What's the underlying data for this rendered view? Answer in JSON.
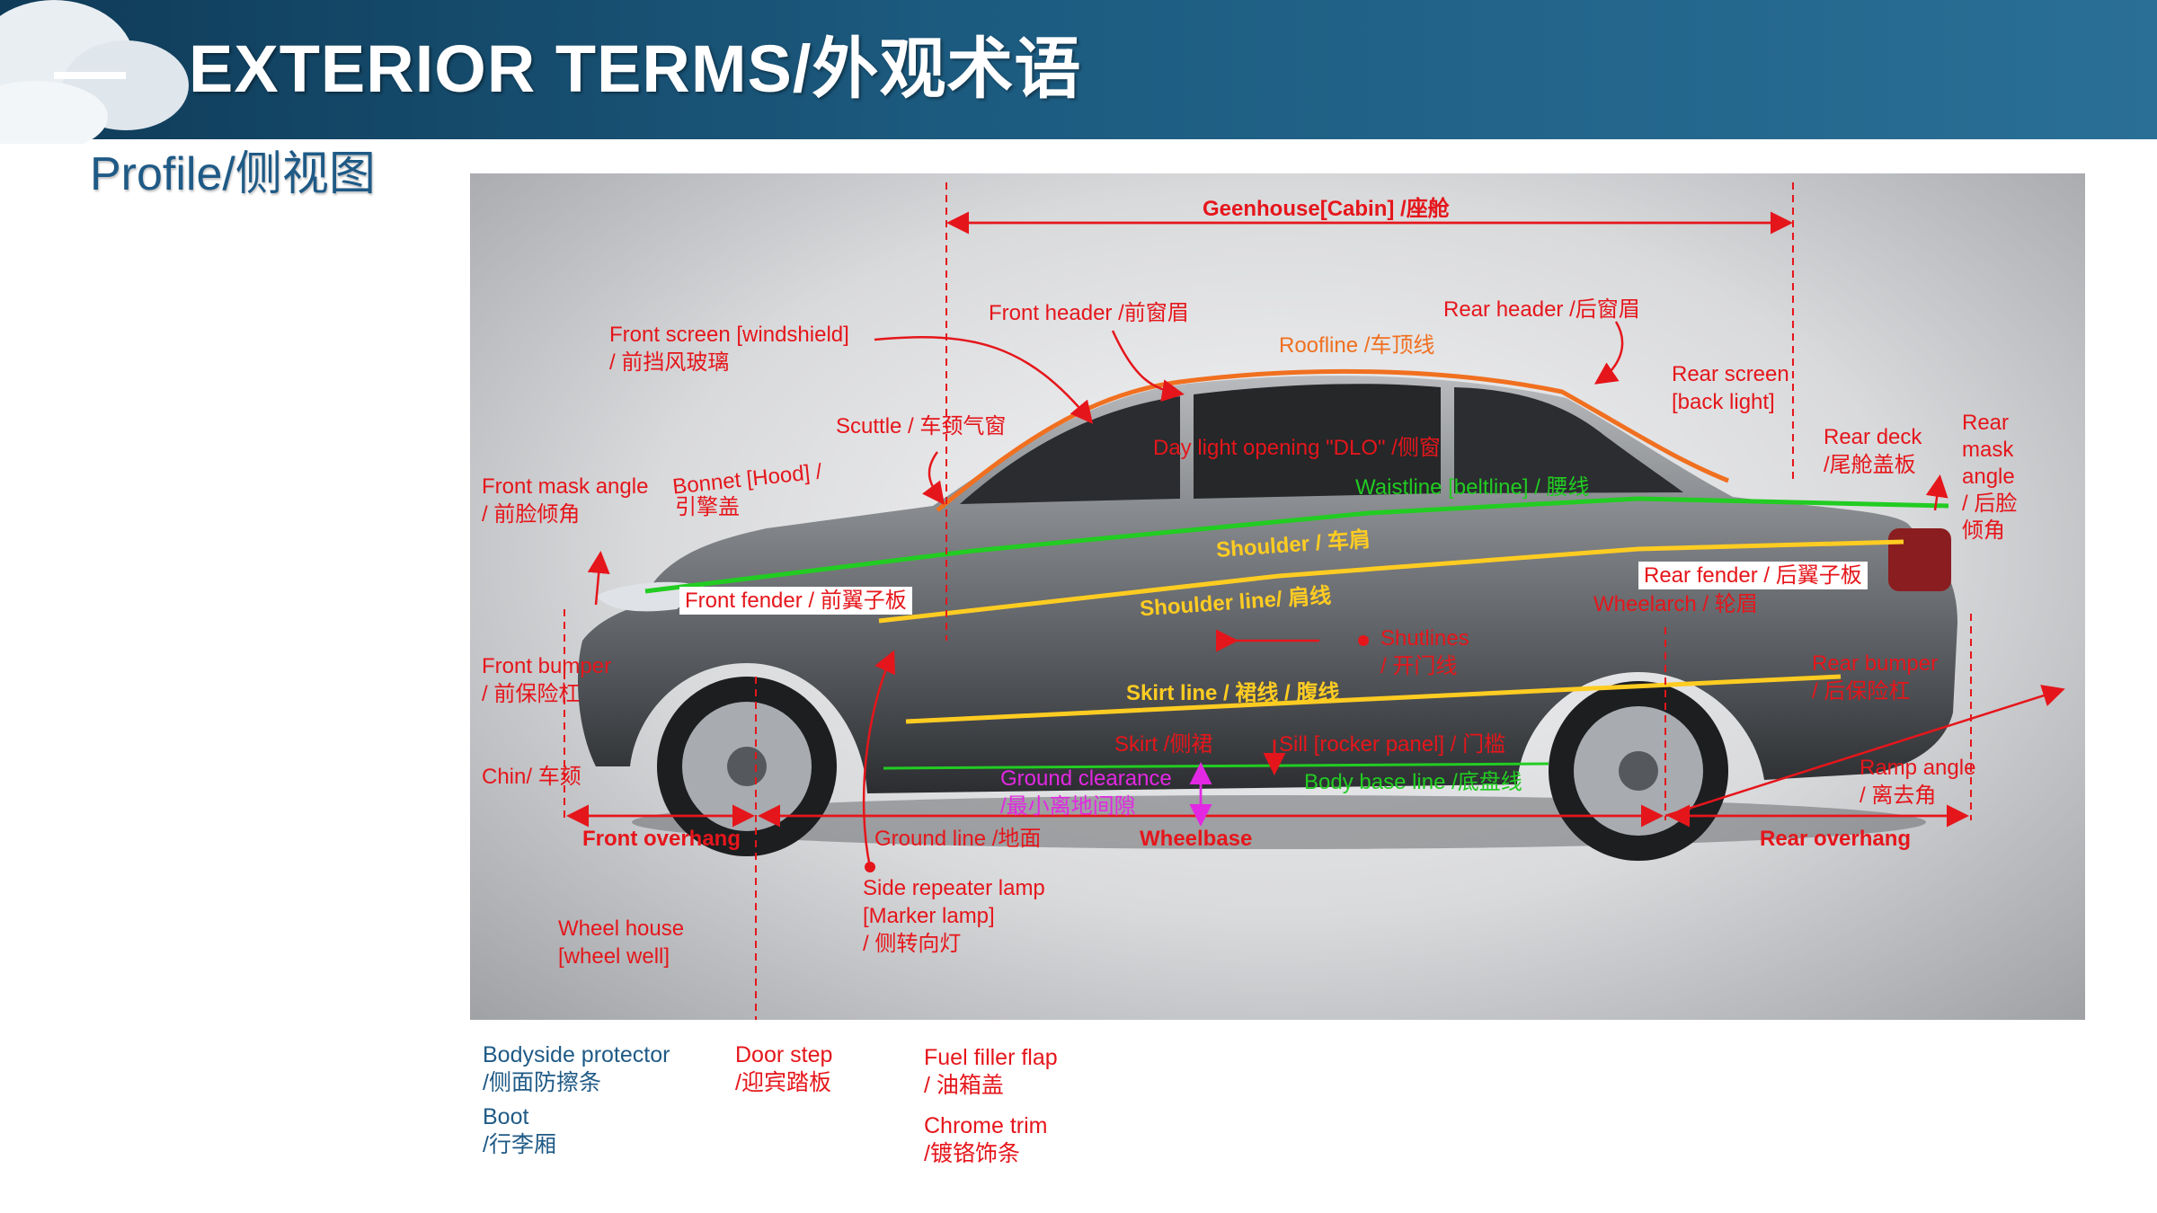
{
  "title": "EXTERIOR TERMS/外观术语",
  "subtitle": "Profile/侧视图",
  "labels": {
    "greenhouse": "Geenhouse[Cabin] /座舱",
    "front_header": "Front header /前窗眉",
    "rear_header": "Rear header /后窗眉",
    "roofline": "Roofline /车顶线",
    "front_screen": [
      "Front screen [windshield]",
      "/ 前挡风玻璃"
    ],
    "rear_screen": [
      "Rear screen",
      "[back light]"
    ],
    "scuttle": "Scuttle / 车颈气窗",
    "rear_deck": [
      "Rear deck",
      "/尾舱盖板"
    ],
    "rear_mask_angle": [
      "Rear",
      "mask",
      "angle",
      "/ 后脸",
      "倾角"
    ],
    "dlo": "Day light opening \"DLO\" /侧窗",
    "front_mask_angle": [
      "Front mask angle",
      "/ 前脸倾角"
    ],
    "bonnet": [
      "Bonnet [Hood] /",
      "引擎盖"
    ],
    "waistline": "Waistline [beltline] / 腰线",
    "shoulder": "Shoulder / 车肩",
    "rear_fender": "Rear fender / 后翼子板",
    "front_fender": "Front fender / 前翼子板",
    "shoulder_line": "Shoulder line/ 肩线",
    "wheelarch": "Wheelarch / 轮眉",
    "shutlines": [
      "Shutlines",
      "/ 开门线"
    ],
    "front_bumper": [
      "Front bumper",
      "/ 前保险杠"
    ],
    "rear_bumper": [
      "Rear bumper",
      "/ 后保险杠"
    ],
    "skirt_line": "Skirt line / 裙线 / 腹线",
    "skirt": "Skirt /侧裙",
    "sill": "Sill [rocker panel] / 门槛",
    "chin": "Chin/ 车颏",
    "ground_clearance": [
      "Ground clearance",
      "/最小离地间隙"
    ],
    "body_base_line": "Body base line /底盘线",
    "ramp_angle": [
      "Ramp angle",
      "/ 离去角"
    ],
    "front_overhang": "Front overhang",
    "ground_line": "Ground line /地面",
    "wheelbase": "Wheelbase",
    "rear_overhang": "Rear overhang",
    "side_repeater": [
      "Side repeater lamp",
      "[Marker lamp]",
      "/ 侧转向灯"
    ],
    "wheel_house": [
      "Wheel house",
      "[wheel well]"
    ]
  },
  "footer": {
    "bodyside": [
      "Bodyside protector",
      "/侧面防擦条"
    ],
    "boot": [
      "Boot",
      "/行李厢"
    ],
    "door_step": [
      "Door step",
      "/迎宾踏板"
    ],
    "fuel_flap": [
      "Fuel filler flap",
      "/ 油箱盖"
    ],
    "chrome": [
      "Chrome trim",
      "/镀铬饰条"
    ]
  },
  "colors": {
    "header_band": "#1c5b80",
    "label_red": "#e5161b",
    "roofline": "#f07020",
    "waistline": "#22cc22",
    "shoulder": "#ffcc22",
    "ground_clearance": "#e228e2",
    "footer_blue": "#1f5a86"
  }
}
